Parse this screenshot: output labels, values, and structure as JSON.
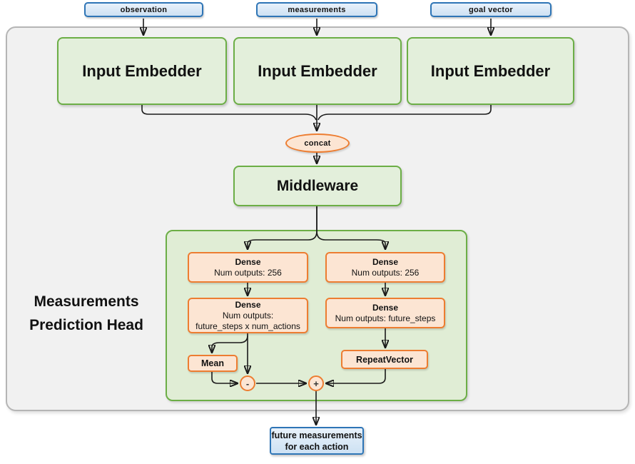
{
  "diagram": {
    "inputs": [
      {
        "label": "observation"
      },
      {
        "label": "measurements"
      },
      {
        "label": "goal vector"
      }
    ],
    "embedders": [
      {
        "label": "Input Embedder"
      },
      {
        "label": "Input Embedder"
      },
      {
        "label": "Input Embedder"
      }
    ],
    "concat": {
      "label": "concat"
    },
    "middleware": {
      "label": "Middleware"
    },
    "head": {
      "title_line1": "Measurements",
      "title_line2": "Prediction Head"
    },
    "dense_boxes": [
      {
        "title": "Dense",
        "line1": "Num outputs: 256",
        "line2": ""
      },
      {
        "title": "Dense",
        "line1": "Num outputs: 256",
        "line2": ""
      },
      {
        "title": "Dense",
        "line1": "Num outputs:",
        "line2": "future_steps x num_actions"
      },
      {
        "title": "Dense",
        "line1": "Num outputs: future_steps",
        "line2": ""
      }
    ],
    "mean": {
      "label": "Mean"
    },
    "repeat_vector": {
      "label": "RepeatVector"
    },
    "operators": {
      "subtract": "-",
      "add": "+"
    },
    "output": {
      "line1": "future measurements",
      "line2": "for each action"
    }
  },
  "colors": {
    "blue_fill": "#d9e8f7",
    "blue_border": "#2e75b6",
    "green_fill": "#e3efdb",
    "green_border": "#6cae46",
    "head_fill": "#e0edd5",
    "orange_fill": "#fce5d3",
    "orange_border": "#ed7d31",
    "panel_fill": "#f1f1f1",
    "panel_border": "#b5b5b5",
    "arrow": "#1a1a1a"
  }
}
